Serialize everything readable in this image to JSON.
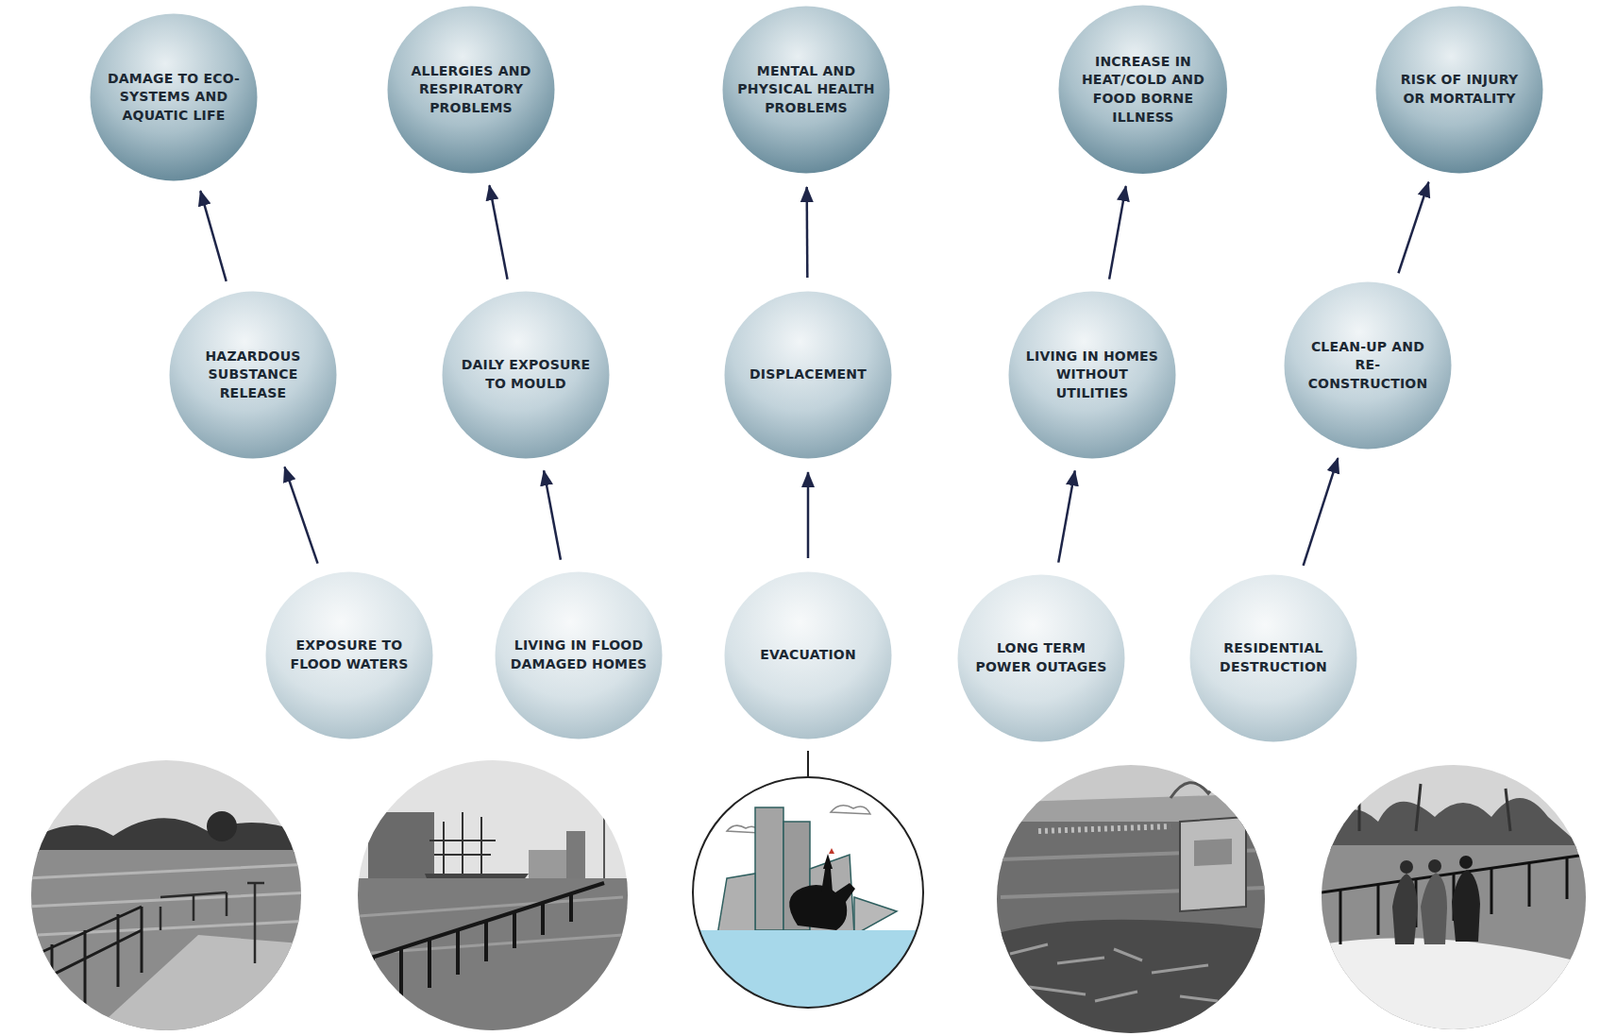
{
  "diagram": {
    "nodes": [
      {
        "text": [
          "DAMAGE TO ECO-SYSTEMS AND AQUATIC LIFE"
        ]
      },
      {
        "text": [
          "ALLERGIES AND RESPIRATORY PROBLEMS"
        ]
      },
      {
        "text": [
          "MENTAL AND PHYSICAL HEALTH PROBLEMS"
        ]
      },
      {
        "text": [
          "INCREASE IN HEAT/COLD AND FOOD BORNE ILLNESS"
        ]
      },
      {
        "text": [
          "RISK OF INJURY OR MORTALITY"
        ]
      },
      {
        "text": [
          "HAZARDOUS SUBSTANCE RELEASE"
        ]
      },
      {
        "text": [
          "DAILY EXPOSURE TO MOULD"
        ]
      },
      {
        "text": [
          "DISPLACEMENT"
        ]
      },
      {
        "text": [
          "LIVING IN HOMES WITHOUT UTILITIES"
        ]
      },
      {
        "text": [
          "CLEAN-UP AND RE-CONSTRUCTION"
        ]
      },
      {
        "text": [
          "EXPOSURE TO FLOOD WATERS"
        ]
      },
      {
        "text": [
          "LIVING IN FLOOD DAMAGED HOMES"
        ]
      },
      {
        "text": [
          "EVACUATION"
        ]
      },
      {
        "text": [
          "LONG TERM POWER OUTAGES"
        ]
      },
      {
        "text": [
          "RESIDENTIAL DESTRUCTION"
        ]
      }
    ],
    "edges": [
      {
        "from": 10,
        "to": 5,
        "arrow": "to"
      },
      {
        "from": 11,
        "to": 6,
        "arrow": "to"
      },
      {
        "from": 12,
        "to": 7,
        "arrow": "to"
      },
      {
        "from": 13,
        "to": 8,
        "arrow": "to"
      },
      {
        "from": 14,
        "to": 9,
        "arrow": "to"
      },
      {
        "from": 5,
        "to": 0,
        "arrow": "to"
      },
      {
        "from": 6,
        "to": 1,
        "arrow": "to"
      },
      {
        "from": 7,
        "to": 2,
        "arrow": "to"
      },
      {
        "from": 8,
        "to": 3,
        "arrow": "to"
      },
      {
        "from": 9,
        "to": 4,
        "arrow": "to"
      }
    ]
  }
}
